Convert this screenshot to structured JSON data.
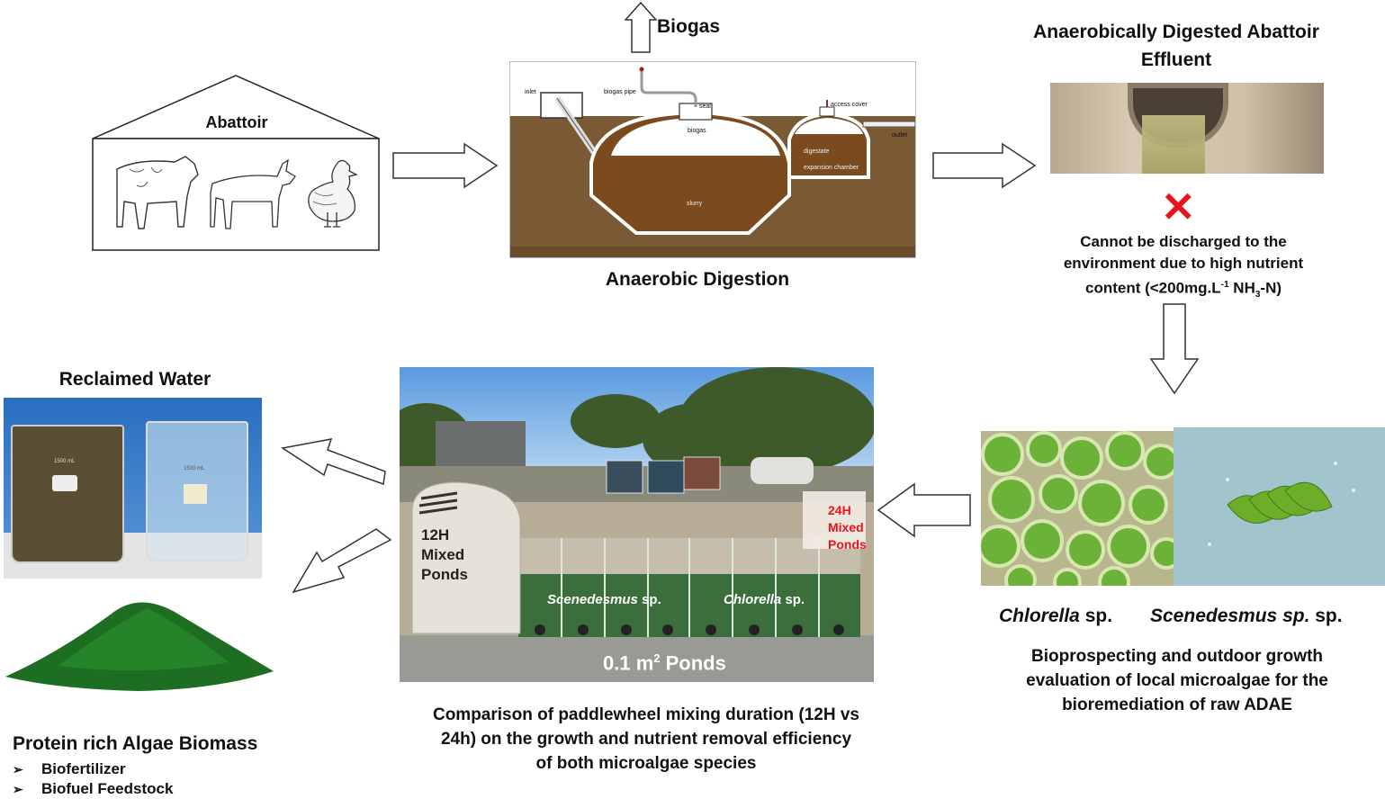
{
  "abattoir": {
    "title": "Abattoir",
    "animals": [
      "cow-icon",
      "goat-icon",
      "chicken-icon"
    ]
  },
  "biogas": {
    "label": "Biogas"
  },
  "digester": {
    "caption": "Anaerobic Digestion",
    "labels": {
      "inlet": "inlet",
      "biogas_pipe": "biogas pipe",
      "seal": "seal",
      "biogas": "biogas",
      "access_cover": "access cover",
      "outlet": "outlet",
      "digestate": "digestate",
      "expansion_chamber": "expansion chamber",
      "slurry": "slurry"
    }
  },
  "effluent": {
    "title_line1": "Anaerobically Digested Abattoir",
    "title_line2": "Effluent"
  },
  "warning": {
    "line1": "Cannot be discharged to the",
    "line2": "environment due to high nutrient",
    "line3_pre": "content (<200mg.L",
    "line3_sup": "-1",
    "line3_mid": " NH",
    "line3_sub": "3",
    "line3_post": "-N)"
  },
  "microalgae": {
    "species1_italic": "Chlorella",
    "species1_rest": " sp.",
    "species2_italic": "Scenedesmus sp.",
    "species2_rest": " sp.",
    "desc_line1": "Bioprospecting  and outdoor growth",
    "desc_line2": "evaluation of local microalgae for the",
    "desc_line3": "bioremediation  of raw ADAE"
  },
  "ponds": {
    "label_12h": [
      "12H",
      "Mixed",
      "Ponds"
    ],
    "label_24h": [
      "24H",
      "Mixed",
      "Ponds"
    ],
    "scenedesmus": "Scenedesmus",
    "chlorella": "Chlorella",
    "sp": "sp.",
    "area_pre": "0.1 m",
    "area_sup": "2",
    "area_post": " Ponds",
    "caption_line1": "Comparison  of paddlewheel mixing duration  (12H vs",
    "caption_line2": "24h) on the growth and nutrient removal efficiency",
    "caption_line3": "of both  microalgae species"
  },
  "reclaimed": {
    "title": "Reclaimed Water",
    "beaker1": "1500 mL",
    "beaker2": "1500 mL"
  },
  "biomass": {
    "title": "Protein rich Algae Biomass",
    "items": [
      "Biofertilizer",
      "Biofuel Feedstock"
    ]
  },
  "colors": {
    "red_x": "#e8141c",
    "pond_label_red": "#e8141c",
    "algae_green": "#2f8a2f",
    "soil": "#7a5a35"
  }
}
